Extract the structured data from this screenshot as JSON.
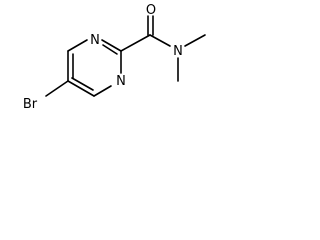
{
  "molecule": {
    "atoms": {
      "bromine": "Br",
      "ring_n_top": "N",
      "ring_n_bottom": "N",
      "amide_o": "O",
      "amide_n": "N"
    }
  }
}
